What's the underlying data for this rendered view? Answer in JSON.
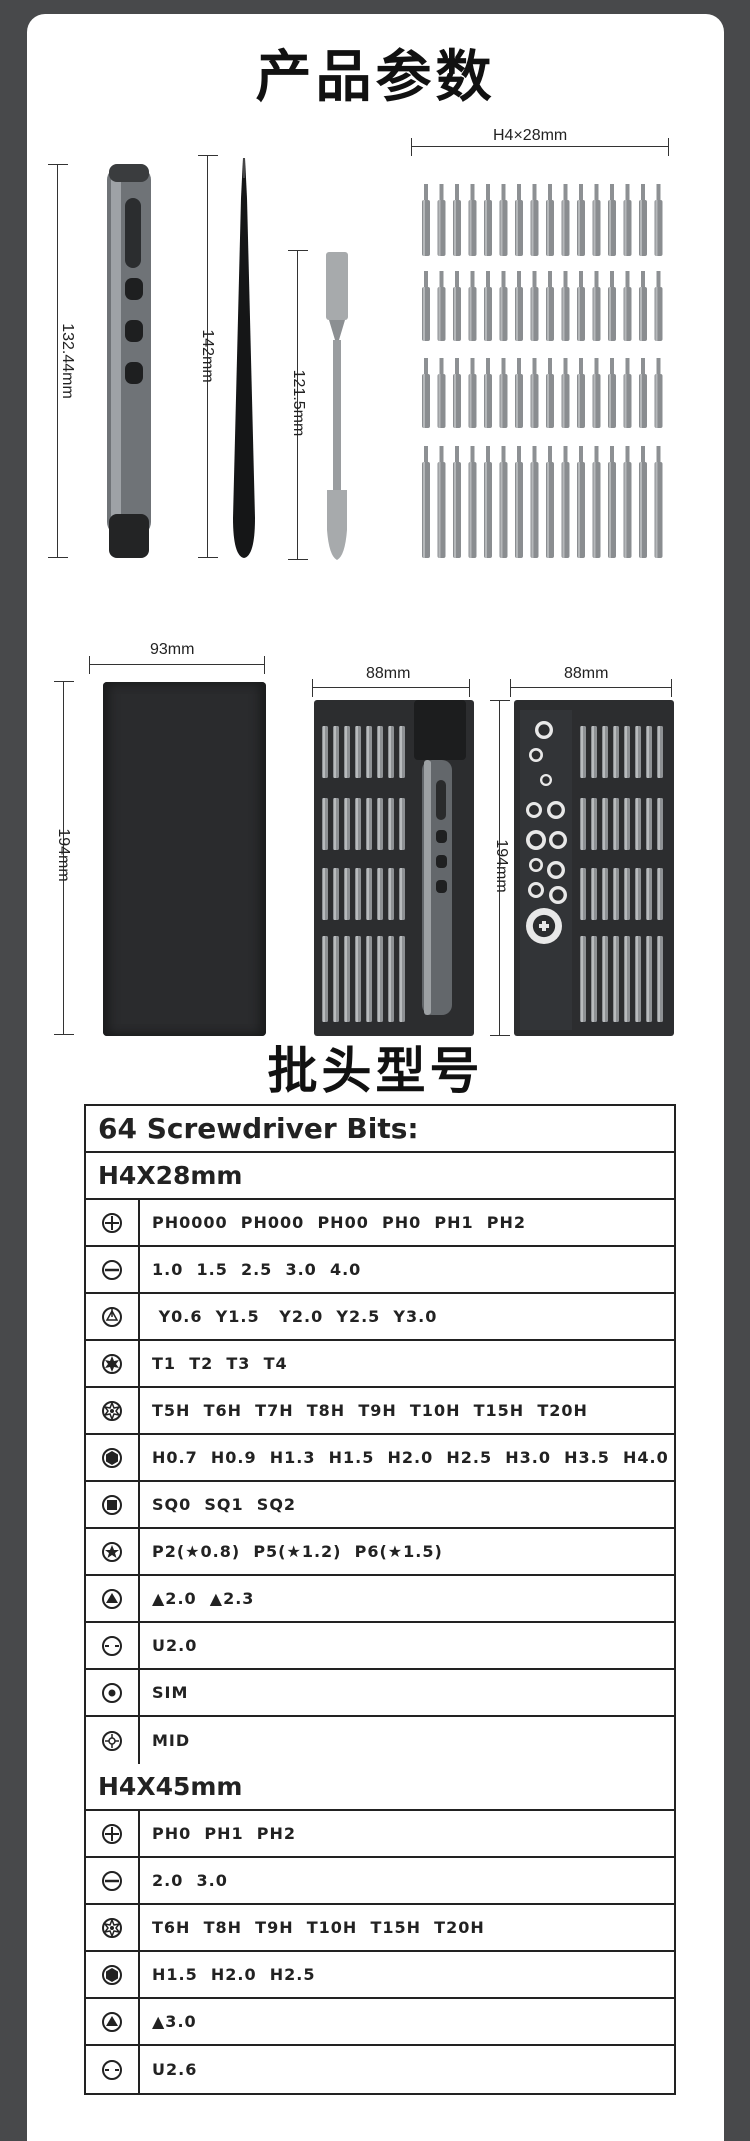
{
  "section1": {
    "title": "产品参数",
    "dims": {
      "driver_height": "132.44mm",
      "tweezer_height": "142mm",
      "spudger_height": "121.5mm",
      "bit_size": "H4×28mm"
    }
  },
  "section2": {
    "dims": {
      "case_width": "93mm",
      "case_height": "194mm",
      "open_width": "88mm",
      "lid_width": "88mm",
      "lid_height": "194mm"
    }
  },
  "section3": {
    "title": "批头型号",
    "table_title": "64 Screwdriver Bits:",
    "group1_title": "H4X28mm",
    "group1_rows": [
      {
        "icon": "phillips-icon",
        "text": "PH0000  PH000  PH00  PH0  PH1  PH2"
      },
      {
        "icon": "slotted-icon",
        "text": "1.0  1.5  2.5  3.0  4.0"
      },
      {
        "icon": "tri-wing-icon",
        "text": " Y0.6  Y1.5   Y2.0  Y2.5  Y3.0"
      },
      {
        "icon": "torx-icon",
        "text": "T1  T2  T3  T4"
      },
      {
        "icon": "torx-security-icon",
        "text": "T5H  T6H  T7H  T8H  T9H  T10H  T15H  T20H"
      },
      {
        "icon": "hex-icon",
        "text": "H0.7  H0.9  H1.3  H1.5  H2.0  H2.5  H3.0  H3.5  H4.0"
      },
      {
        "icon": "square-icon",
        "text": "SQ0  SQ1  SQ2"
      },
      {
        "icon": "pentalobe-icon",
        "text": "P2(★0.8)  P5(★1.2)  P6(★1.5)"
      },
      {
        "icon": "triangle-icon",
        "text": "▲2.0  ▲2.3"
      },
      {
        "icon": "u-type-icon",
        "text": "U2.0"
      },
      {
        "icon": "sim-icon",
        "text": "SIM"
      },
      {
        "icon": "mid-icon",
        "text": "MID"
      }
    ],
    "group2_title": "H4X45mm",
    "group2_rows": [
      {
        "icon": "phillips-icon",
        "text": "PH0  PH1  PH2"
      },
      {
        "icon": "slotted-icon",
        "text": "2.0  3.0"
      },
      {
        "icon": "torx-security-icon",
        "text": "T6H  T8H  T9H  T10H  T15H  T20H"
      },
      {
        "icon": "hex-icon",
        "text": "H1.5  H2.0  H2.5"
      },
      {
        "icon": "triangle-icon",
        "text": "▲3.0"
      },
      {
        "icon": "u-type-icon",
        "text": "U2.6"
      }
    ]
  }
}
